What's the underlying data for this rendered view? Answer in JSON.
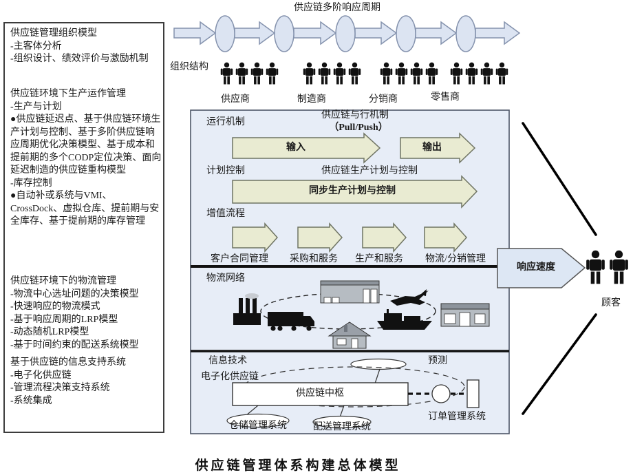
{
  "top": {
    "cycle_title": "供应链多阶响应周期",
    "org_label": "组织结构",
    "chain_roles": [
      "供应商",
      "制造商",
      "分销商",
      "零售商"
    ]
  },
  "sidebar": {
    "block1": "供应链管理组织模型\n-主客体分析\n-组织设计、绩效评价与激励机制",
    "block2": "供应链环境下生产运作管理\n-生产与计划\n ●供应链延迟点、基于供应链环境生产计划与控制、基于多阶供应链响应周期优化决策模型、基于成本和提前期的多个CODP定位决策、面向延迟制造的供应链重构模型\n-库存控制\n●自动补或系统与VMI、CrossDock、虚拟仓库、提前期与安全库存、基于提前期的库存管理",
    "block3": "供应链环境下的物流管理\n-物流中心选址问题的决策模型\n-快速响应的物流模式\n-基于响应周期的LRP模型\n-动态随机LRP模型\n-基于时间约束的配送系统模型",
    "block4": "基于供应链的信息支持系统\n-电子化供应链\n-管理流程决策支持系统\n-系统集成"
  },
  "main": {
    "section1": {
      "run_label": "运行机制",
      "mech_header": "供应链与行机制",
      "mech_sub": "（Pull/Push）",
      "arrow_in": "输入",
      "arrow_out": "输出",
      "plan_label": "计划控制",
      "plan_header": "供应链生产计划与控制",
      "sync_arrow": "同步生产计划与控制",
      "value_label": "增值流程",
      "value_arrows": [
        "客户合同管理",
        "采购和服务",
        "生产和服务",
        "物流/分销管理"
      ]
    },
    "section2": {
      "label": "物流网络"
    },
    "section3": {
      "it_label": "信息技术",
      "esc_label": "电子化供应链",
      "forecast_label": "预测",
      "hub_label": "供应链中枢",
      "order_label": "订单管理系统",
      "wms_label": "仓储管理系统",
      "dms_label": "配送管理系统"
    }
  },
  "right": {
    "speed_label": "响应速度",
    "customer_label": "顾客"
  },
  "bottom_title": "供应链管理体系构建总体模型",
  "icons": {
    "person": "person-silhouette-icon",
    "logistics": [
      "factory-icon",
      "truck-icon",
      "warehouse-icon",
      "airplane-icon",
      "ship-icon",
      "house-icon",
      "store-icon"
    ]
  },
  "colors": {
    "panel_bg": "#e7edf7",
    "chain_fill": "#dce4f2",
    "chain_stroke": "#8492ad",
    "olive_arrow_fill": "#e9ebd2",
    "olive_arrow_stroke": "#6f7463",
    "speed_arrow_fill": "#dde7f4",
    "building_gray": "#b6bcc2",
    "line_black": "#111111"
  }
}
